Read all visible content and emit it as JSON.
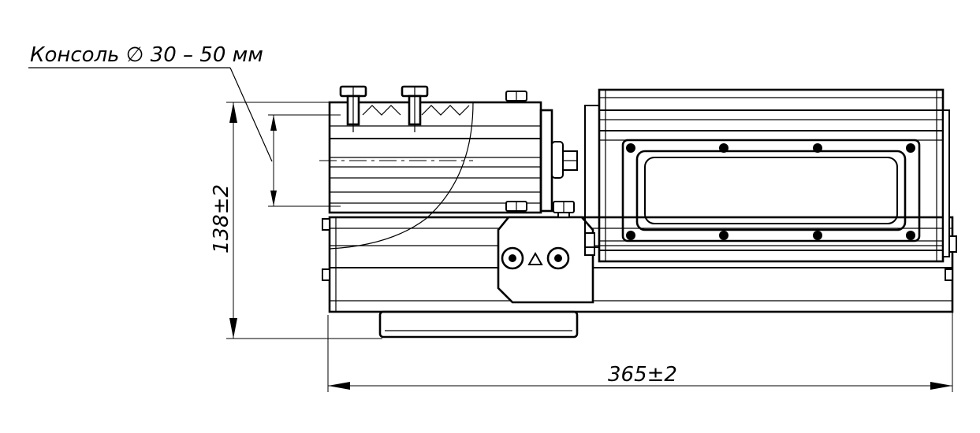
{
  "drawing": {
    "console_label": "Консоль ∅ 30 – 50 мм",
    "height_dimension": "138±2",
    "width_dimension": "365±2"
  }
}
